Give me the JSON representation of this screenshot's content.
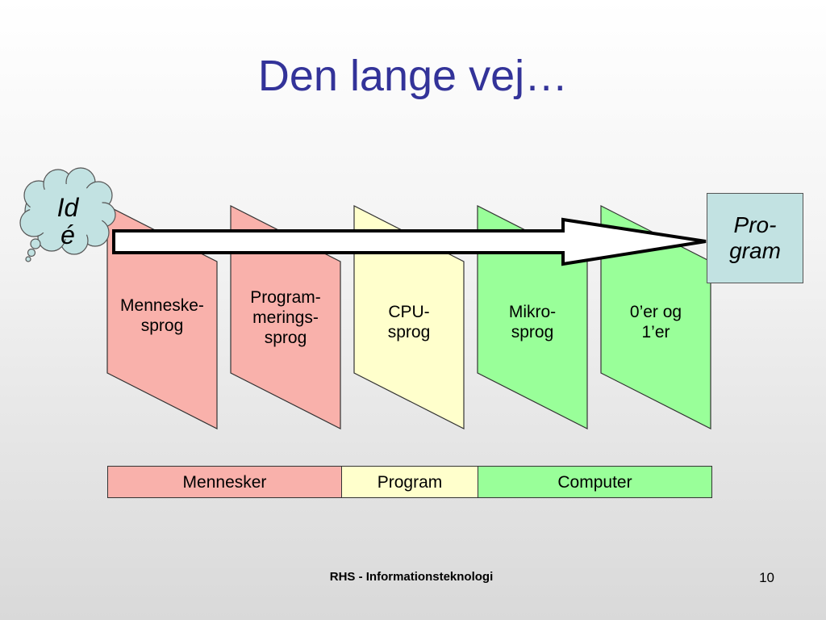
{
  "slide": {
    "title": "Den lange vej…"
  },
  "idea": {
    "text": "Id é"
  },
  "target": {
    "text": "Pro- gram"
  },
  "stages": [
    {
      "label": "Menneske- sprog",
      "color": "#f9b1ab"
    },
    {
      "label": "Program- merings- sprog",
      "color": "#f9b1ab"
    },
    {
      "label": "CPU- sprog",
      "color": "#ffffcc"
    },
    {
      "label": "Mikro- sprog",
      "color": "#99ff99"
    },
    {
      "label": "0’er og 1’er",
      "color": "#99ff99"
    }
  ],
  "legend": [
    {
      "label": "Mennesker",
      "color": "#f9b1ab"
    },
    {
      "label": "Program",
      "color": "#ffffcc"
    },
    {
      "label": "Computer",
      "color": "#99ff99"
    }
  ],
  "footer": {
    "text": "RHS - Informationsteknologi",
    "page": "10"
  }
}
